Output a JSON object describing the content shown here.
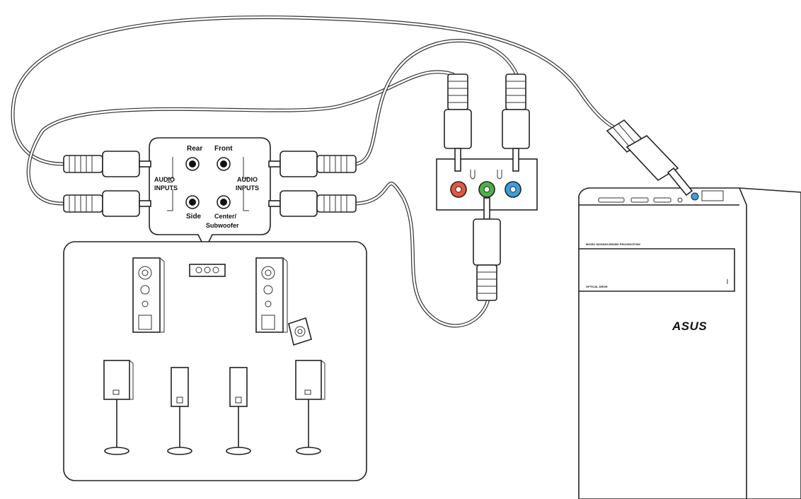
{
  "speaker_panel": {
    "jack_rear": "Rear",
    "jack_front": "Front",
    "jack_side": "Side",
    "jack_center_line1": "Center/",
    "jack_center_line2": "Subwoofer",
    "inputs_line1": "AUDIO",
    "inputs_line2": "INPUTS"
  },
  "pc": {
    "brand": "ASUS",
    "bay_top_label": "MICRO SD/SDHC/MS/MS PRO/XD/CF/SM",
    "bay_optical_label": "OPTICAL DRIVE"
  },
  "io_panel": {
    "jack_colors": {
      "rear_out": "#e8553f",
      "line_out": "#4fb04a",
      "line_in": "#3aa0dc"
    }
  }
}
